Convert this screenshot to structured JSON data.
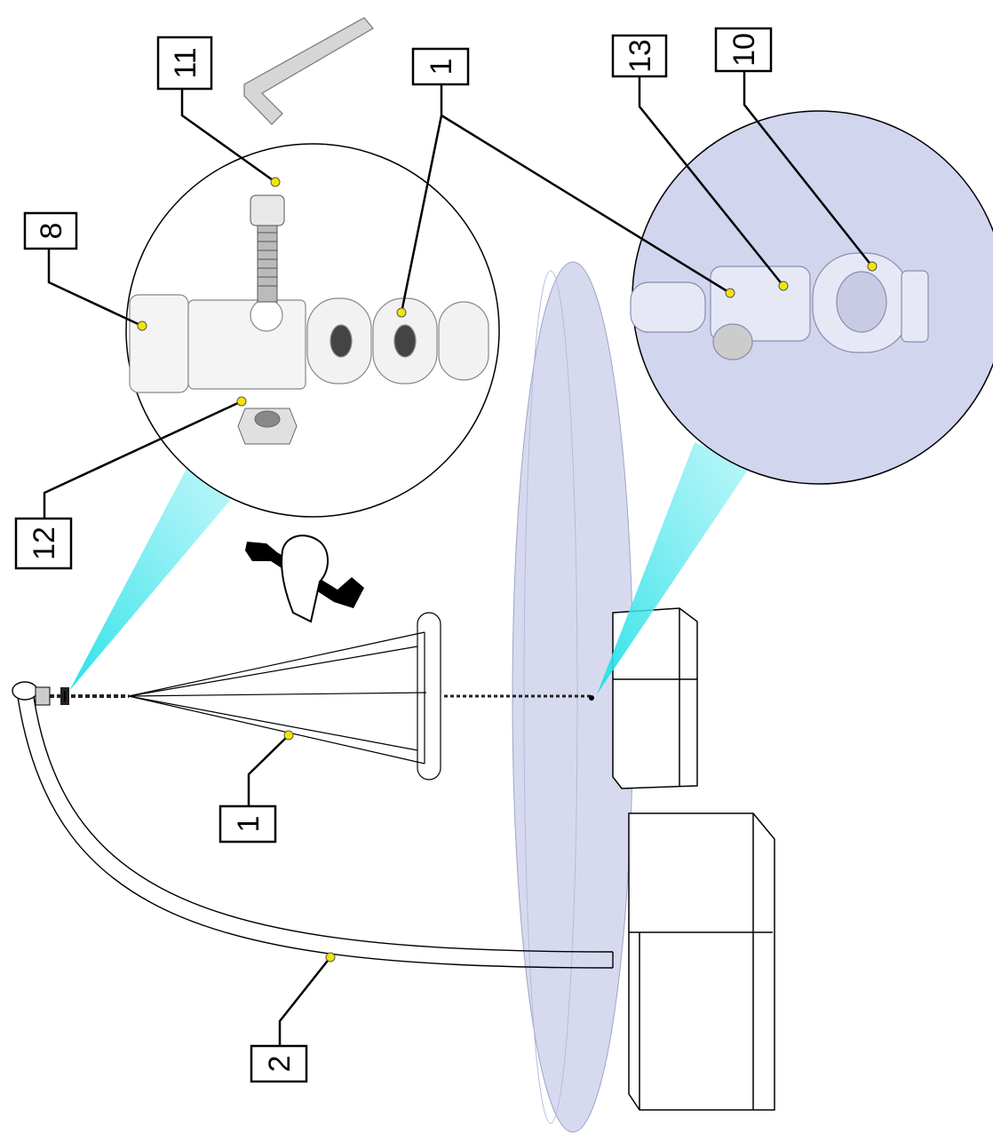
{
  "diagram": {
    "callouts": [
      {
        "id": "c11",
        "label": "11",
        "part": "socket head cap screw"
      },
      {
        "id": "c8",
        "label": "8",
        "part": "clevis end"
      },
      {
        "id": "c12",
        "label": "12",
        "part": "lock nut"
      },
      {
        "id": "c1a",
        "label": "1",
        "part": "chain (detail)"
      },
      {
        "id": "c13",
        "label": "13",
        "part": "shackle bolt"
      },
      {
        "id": "c10",
        "label": "10",
        "part": "anchor ring"
      },
      {
        "id": "c1b",
        "label": "1",
        "part": "chain bridle"
      },
      {
        "id": "c2",
        "label": "2",
        "part": "curved pole"
      }
    ],
    "colors": {
      "highlight_dot": "#f2e600",
      "detail_beam": "#22e2ea",
      "water_disc": "#c9cde9",
      "detail_right_bg": "#d2d5ee",
      "line": "#000000"
    },
    "icons": [
      "hex-key-icon",
      "wrench-hand-icon"
    ]
  }
}
